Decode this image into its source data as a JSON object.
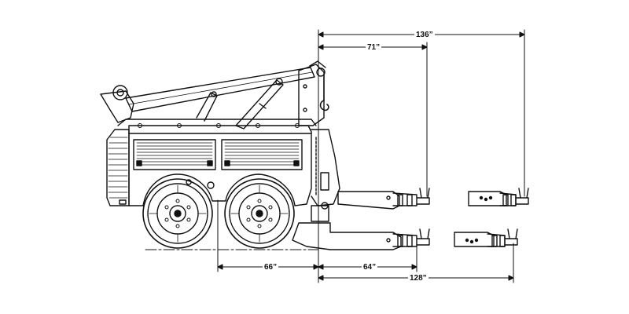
{
  "dimensions": {
    "overall_upper": "136”",
    "boom_reach": "71”",
    "axle_to_body": "66”",
    "underlift_retracted": "64”",
    "overall_lower": "128”"
  },
  "colors": {
    "line": "#111111",
    "background": "#ffffff"
  }
}
